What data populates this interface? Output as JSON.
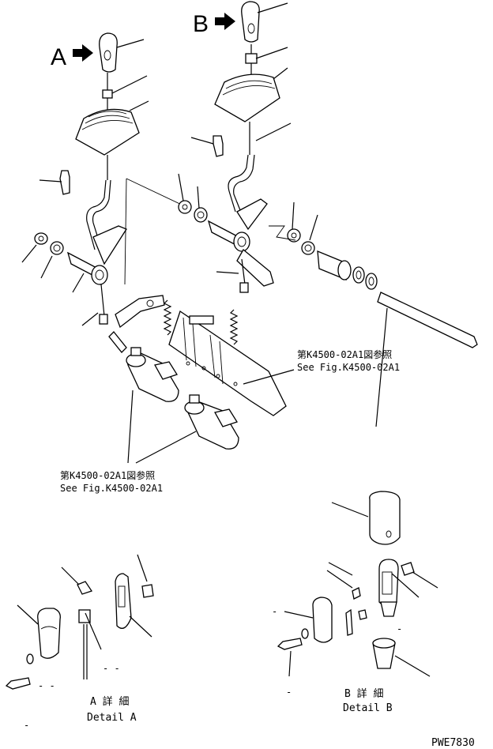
{
  "callouts": {
    "view_a": "A",
    "view_b": "B"
  },
  "references": {
    "upper_jp": "第K4500-02A1図参照",
    "upper_en": "See Fig.K4500-02A1",
    "lower_jp": "第K4500-02A1図参照",
    "lower_en": "See Fig.K4500-02A1"
  },
  "details": {
    "a_jp": "A 詳 細",
    "a_en": "Detail A",
    "b_jp": "B 詳 細",
    "b_en": "Detail B"
  },
  "drawing_code": "PWE7830",
  "dashes": {
    "d1": "- -",
    "d2": "- -",
    "d3": "-",
    "d4": "-",
    "d5": "-",
    "d6": "-"
  }
}
